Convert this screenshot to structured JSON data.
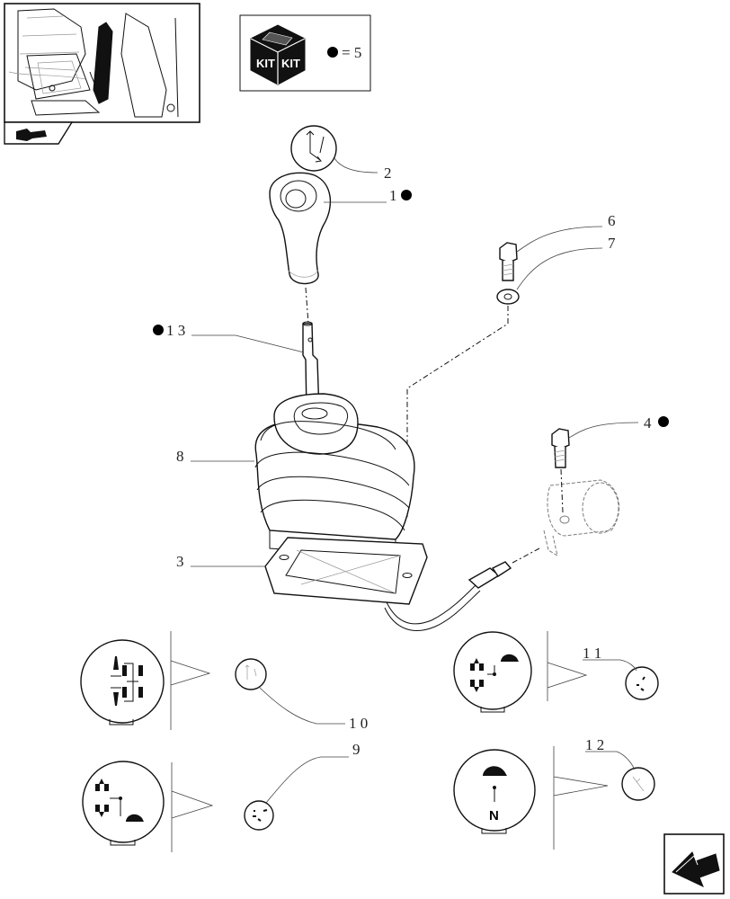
{
  "kit_legend": {
    "kit_word_left": "KIT",
    "kit_word_right": "KIT",
    "equation": "= 5"
  },
  "callouts": {
    "c1": "1",
    "c2": "2",
    "c3": "3",
    "c4": "4",
    "c6": "6",
    "c7": "7",
    "c8": "8",
    "c9": "9",
    "c10": "1 0",
    "c11": "1 1",
    "c12": "1 2",
    "c13": "1 3"
  },
  "symbols": {
    "neutral_letter": "N"
  },
  "icons": {
    "thumbnail": "tractor-cab-thumbnail-icon",
    "nav": "previous-page-arrow-icon",
    "kit": "kit-box-icon",
    "kit_marker": "filled-dot-icon"
  }
}
